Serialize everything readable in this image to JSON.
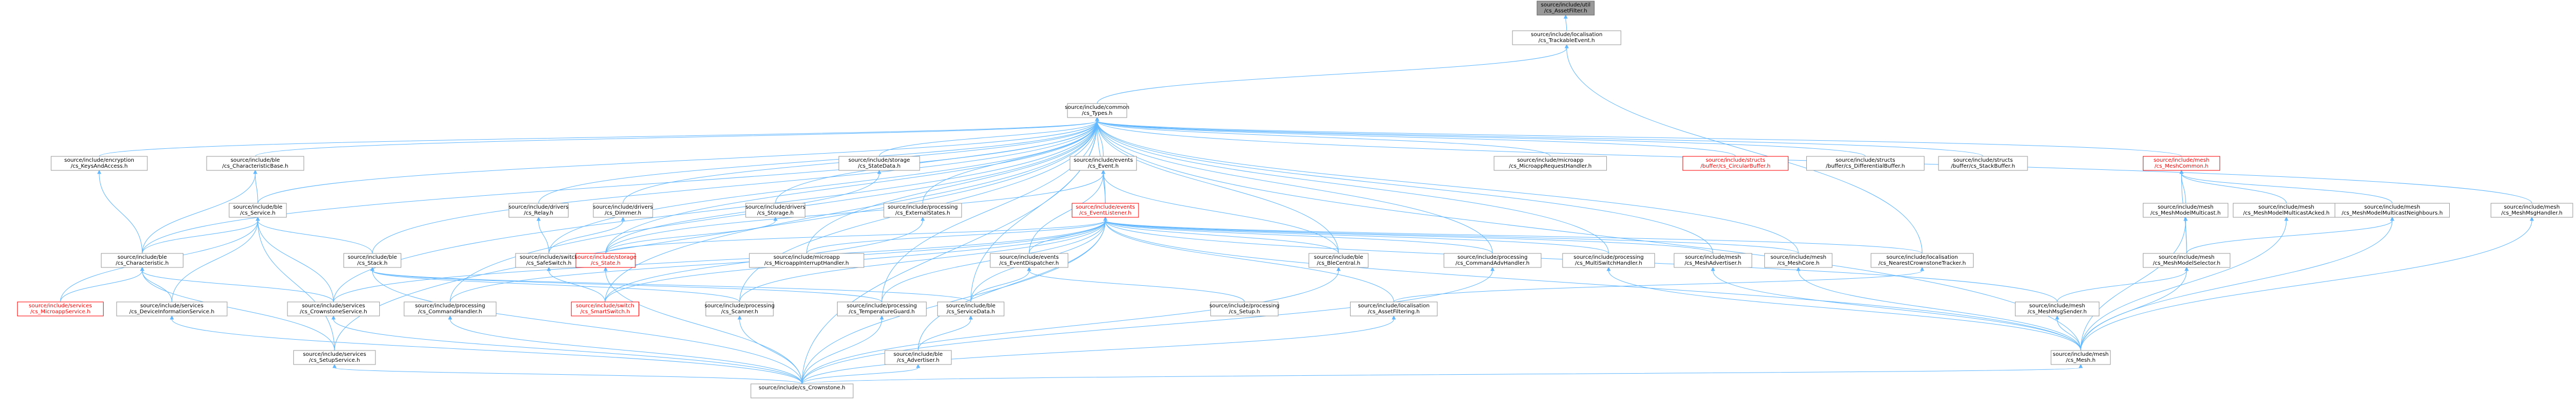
{
  "diagram": {
    "nodes": [
      {
        "id": "assetfilter",
        "lines": [
          "source/include/util",
          "/cs_AssetFilter.h"
        ],
        "style": "root"
      },
      {
        "id": "trackable",
        "lines": [
          "source/include/localisation",
          "/cs_TrackableEvent.h"
        ],
        "style": "normal"
      },
      {
        "id": "types",
        "lines": [
          "source/include/common",
          "/cs_Types.h"
        ],
        "style": "normal"
      },
      {
        "id": "keys",
        "lines": [
          "source/include/encryption",
          "/cs_KeysAndAccess.h"
        ],
        "style": "normal"
      },
      {
        "id": "charbase",
        "lines": [
          "source/include/ble",
          "/cs_CharacteristicBase.h"
        ],
        "style": "normal"
      },
      {
        "id": "statedata",
        "lines": [
          "source/include/storage",
          "/cs_StateData.h"
        ],
        "style": "normal"
      },
      {
        "id": "event",
        "lines": [
          "source/include/events",
          "/cs_Event.h"
        ],
        "style": "normal"
      },
      {
        "id": "microreq",
        "lines": [
          "source/include/microapp",
          "/cs_MicroappRequestHandler.h"
        ],
        "style": "normal"
      },
      {
        "id": "circbuf",
        "lines": [
          "source/include/structs",
          "/buffer/cs_CircularBuffer.h"
        ],
        "style": "red"
      },
      {
        "id": "diffbuf",
        "lines": [
          "source/include/structs",
          "/buffer/cs_DifferentialBuffer.h"
        ],
        "style": "normal"
      },
      {
        "id": "stackbuf",
        "lines": [
          "source/include/structs",
          "/buffer/cs_StackBuffer.h"
        ],
        "style": "normal"
      },
      {
        "id": "meshcommon",
        "lines": [
          "source/include/mesh",
          "/cs_MeshCommon.h"
        ],
        "style": "red"
      },
      {
        "id": "service",
        "lines": [
          "source/include/ble",
          "/cs_Service.h"
        ],
        "style": "normal"
      },
      {
        "id": "relay",
        "lines": [
          "source/include/drivers",
          "/cs_Relay.h"
        ],
        "style": "normal"
      },
      {
        "id": "dimmer",
        "lines": [
          "source/include/drivers",
          "/cs_Dimmer.h"
        ],
        "style": "normal"
      },
      {
        "id": "storageh",
        "lines": [
          "source/include/drivers",
          "/cs_Storage.h"
        ],
        "style": "normal"
      },
      {
        "id": "extstates",
        "lines": [
          "source/include/processing",
          "/cs_ExternalStates.h"
        ],
        "style": "normal"
      },
      {
        "id": "evlistener",
        "lines": [
          "source/include/events",
          "/cs_EventListener.h"
        ],
        "style": "red"
      },
      {
        "id": "multicast",
        "lines": [
          "source/include/mesh",
          "/cs_MeshModelMulticast.h"
        ],
        "style": "normal"
      },
      {
        "id": "multiacked",
        "lines": [
          "source/include/mesh",
          "/cs_MeshModelMulticastAcked.h"
        ],
        "style": "normal"
      },
      {
        "id": "multineigh",
        "lines": [
          "source/include/mesh",
          "/cs_MeshModelMulticastNeighbours.h"
        ],
        "style": "normal"
      },
      {
        "id": "msghandler",
        "lines": [
          "source/include/mesh",
          "/cs_MeshMsgHandler.h"
        ],
        "style": "normal"
      },
      {
        "id": "characteristic",
        "lines": [
          "source/include/ble",
          "/cs_Characteristic.h"
        ],
        "style": "normal"
      },
      {
        "id": "stack",
        "lines": [
          "source/include/ble",
          "/cs_Stack.h"
        ],
        "style": "normal"
      },
      {
        "id": "safeswitch",
        "lines": [
          "source/include/switch",
          "/cs_SafeSwitch.h"
        ],
        "style": "normal"
      },
      {
        "id": "state",
        "lines": [
          "source/include/storage",
          "/cs_State.h"
        ],
        "style": "red"
      },
      {
        "id": "microint",
        "lines": [
          "source/include/microapp",
          "/cs_MicroappInterruptHandler.h"
        ],
        "style": "normal"
      },
      {
        "id": "dispatcher",
        "lines": [
          "source/include/events",
          "/cs_EventDispatcher.h"
        ],
        "style": "normal"
      },
      {
        "id": "blecentral",
        "lines": [
          "source/include/ble",
          "/cs_BleCentral.h"
        ],
        "style": "normal"
      },
      {
        "id": "cmdadmin",
        "lines": [
          "source/include/processing",
          "/cs_CommandAdvHandler.h"
        ],
        "style": "normal"
      },
      {
        "id": "multiswitch",
        "lines": [
          "source/include/processing",
          "/cs_MultiSwitchHandler.h"
        ],
        "style": "normal"
      },
      {
        "id": "advertiser",
        "lines": [
          "source/include/mesh",
          "/cs_MeshAdvertiser.h"
        ],
        "style": "normal"
      },
      {
        "id": "meshcore",
        "lines": [
          "source/include/mesh",
          "/cs_MeshCore.h"
        ],
        "style": "normal"
      },
      {
        "id": "nearest",
        "lines": [
          "source/include/localisation",
          "/cs_NearestCrownstoneTracker.h"
        ],
        "style": "normal"
      },
      {
        "id": "modelselector",
        "lines": [
          "source/include/mesh",
          "/cs_MeshModelSelector.h"
        ],
        "style": "normal"
      },
      {
        "id": "microappsvc",
        "lines": [
          "source/include/services",
          "/cs_MicroappService.h"
        ],
        "style": "red"
      },
      {
        "id": "devinfo",
        "lines": [
          "source/include/services",
          "/cs_DeviceInformationService.h"
        ],
        "style": "normal"
      },
      {
        "id": "csservice",
        "lines": [
          "source/include/services",
          "/cs_CrownstoneService.h"
        ],
        "style": "normal"
      },
      {
        "id": "cmdhandler",
        "lines": [
          "source/include/processing",
          "/cs_CommandHandler.h"
        ],
        "style": "normal"
      },
      {
        "id": "smartswitch",
        "lines": [
          "source/include/switch",
          "/cs_SmartSwitch.h"
        ],
        "style": "red"
      },
      {
        "id": "scanner",
        "lines": [
          "source/include/processing",
          "/cs_Scanner.h"
        ],
        "style": "normal"
      },
      {
        "id": "tempguard",
        "lines": [
          "source/include/processing",
          "/cs_TemperatureGuard.h"
        ],
        "style": "normal"
      },
      {
        "id": "servicedata",
        "lines": [
          "source/include/ble",
          "/cs_ServiceData.h"
        ],
        "style": "normal"
      },
      {
        "id": "setup",
        "lines": [
          "source/include/processing",
          "/cs_Setup.h"
        ],
        "style": "normal"
      },
      {
        "id": "assetfiltering",
        "lines": [
          "source/include/localisation",
          "/cs_AssetFiltering.h"
        ],
        "style": "normal"
      },
      {
        "id": "msgsender",
        "lines": [
          "source/include/mesh",
          "/cs_MeshMsgSender.h"
        ],
        "style": "normal"
      },
      {
        "id": "setupsvc",
        "lines": [
          "source/include/services",
          "/cs_SetupService.h"
        ],
        "style": "normal"
      },
      {
        "id": "bleadv",
        "lines": [
          "source/include/ble",
          "/cs_Advertiser.h"
        ],
        "style": "normal"
      },
      {
        "id": "mesh",
        "lines": [
          "source/include/mesh",
          "/cs_Mesh.h"
        ],
        "style": "normal"
      },
      {
        "id": "crownstone",
        "lines": [
          "source/include/cs_Crownstone.h"
        ],
        "style": "normal"
      }
    ],
    "edges": [
      [
        "assetfilter",
        "trackable"
      ],
      [
        "trackable",
        "types"
      ],
      [
        "trackable",
        "nearest"
      ],
      [
        "types",
        "keys"
      ],
      [
        "types",
        "charbase"
      ],
      [
        "types",
        "statedata"
      ],
      [
        "types",
        "event"
      ],
      [
        "types",
        "microreq"
      ],
      [
        "types",
        "circbuf"
      ],
      [
        "types",
        "diffbuf"
      ],
      [
        "types",
        "stackbuf"
      ],
      [
        "types",
        "meshcommon"
      ],
      [
        "types",
        "service"
      ],
      [
        "types",
        "relay"
      ],
      [
        "types",
        "dimmer"
      ],
      [
        "types",
        "storageh"
      ],
      [
        "types",
        "extstates"
      ],
      [
        "types",
        "evlistener"
      ],
      [
        "types",
        "msghandler"
      ],
      [
        "types",
        "characteristic"
      ],
      [
        "types",
        "stack"
      ],
      [
        "types",
        "safeswitch"
      ],
      [
        "types",
        "state"
      ],
      [
        "types",
        "microint"
      ],
      [
        "types",
        "blecentral"
      ],
      [
        "types",
        "cmdadmin"
      ],
      [
        "types",
        "multiswitch"
      ],
      [
        "types",
        "advertiser"
      ],
      [
        "types",
        "meshcore"
      ],
      [
        "types",
        "csservice"
      ],
      [
        "types",
        "cmdhandler"
      ],
      [
        "types",
        "smartswitch"
      ],
      [
        "types",
        "scanner"
      ],
      [
        "types",
        "servicedata"
      ],
      [
        "types",
        "mesh"
      ],
      [
        "types",
        "crownstone"
      ],
      [
        "types",
        "tempguard"
      ],
      [
        "types",
        "setupsvc"
      ],
      [
        "keys",
        "characteristic"
      ],
      [
        "charbase",
        "characteristic"
      ],
      [
        "charbase",
        "service"
      ],
      [
        "statedata",
        "state"
      ],
      [
        "event",
        "evlistener"
      ],
      [
        "event",
        "dispatcher"
      ],
      [
        "event",
        "state"
      ],
      [
        "event",
        "blecentral"
      ],
      [
        "meshcommon",
        "multicast"
      ],
      [
        "meshcommon",
        "multiacked"
      ],
      [
        "meshcommon",
        "multineigh"
      ],
      [
        "meshcommon",
        "modelselector"
      ],
      [
        "service",
        "characteristic"
      ],
      [
        "service",
        "stack"
      ],
      [
        "service",
        "microappsvc"
      ],
      [
        "service",
        "devinfo"
      ],
      [
        "service",
        "csservice"
      ],
      [
        "service",
        "setupsvc"
      ],
      [
        "relay",
        "safeswitch"
      ],
      [
        "dimmer",
        "safeswitch"
      ],
      [
        "storageh",
        "state"
      ],
      [
        "extstates",
        "smartswitch"
      ],
      [
        "evlistener",
        "state"
      ],
      [
        "evlistener",
        "microint"
      ],
      [
        "evlistener",
        "dispatcher"
      ],
      [
        "evlistener",
        "blecentral"
      ],
      [
        "evlistener",
        "cmdadmin"
      ],
      [
        "evlistener",
        "multiswitch"
      ],
      [
        "evlistener",
        "advertiser"
      ],
      [
        "evlistener",
        "meshcore"
      ],
      [
        "evlistener",
        "nearest"
      ],
      [
        "evlistener",
        "smartswitch"
      ],
      [
        "evlistener",
        "scanner"
      ],
      [
        "evlistener",
        "tempguard"
      ],
      [
        "evlistener",
        "servicedata"
      ],
      [
        "evlistener",
        "assetfiltering"
      ],
      [
        "evlistener",
        "msgsender"
      ],
      [
        "evlistener",
        "bleadv"
      ],
      [
        "evlistener",
        "mesh"
      ],
      [
        "evlistener",
        "crownstone"
      ],
      [
        "evlistener",
        "csservice"
      ],
      [
        "evlistener",
        "cmdhandler"
      ],
      [
        "multicast",
        "modelselector"
      ],
      [
        "multicast",
        "mesh"
      ],
      [
        "multiacked",
        "mesh"
      ],
      [
        "multineigh",
        "modelselector"
      ],
      [
        "multineigh",
        "mesh"
      ],
      [
        "msghandler",
        "mesh"
      ],
      [
        "characteristic",
        "microappsvc"
      ],
      [
        "characteristic",
        "devinfo"
      ],
      [
        "characteristic",
        "csservice"
      ],
      [
        "characteristic",
        "setupsvc"
      ],
      [
        "stack",
        "scanner"
      ],
      [
        "stack",
        "servicedata"
      ],
      [
        "stack",
        "crownstone"
      ],
      [
        "stack",
        "tempguard"
      ],
      [
        "safeswitch",
        "smartswitch"
      ],
      [
        "state",
        "crownstone"
      ],
      [
        "dispatcher",
        "setup"
      ],
      [
        "dispatcher",
        "servicedata"
      ],
      [
        "blecentral",
        "crownstone"
      ],
      [
        "cmdadmin",
        "crownstone"
      ],
      [
        "multiswitch",
        "mesh"
      ],
      [
        "advertiser",
        "mesh"
      ],
      [
        "meshcore",
        "mesh"
      ],
      [
        "nearest",
        "assetfiltering"
      ],
      [
        "modelselector",
        "mesh"
      ],
      [
        "modelselector",
        "msgsender"
      ],
      [
        "devinfo",
        "crownstone"
      ],
      [
        "csservice",
        "crownstone"
      ],
      [
        "cmdhandler",
        "crownstone"
      ],
      [
        "scanner",
        "crownstone"
      ],
      [
        "tempguard",
        "crownstone"
      ],
      [
        "servicedata",
        "bleadv"
      ],
      [
        "assetfiltering",
        "crownstone"
      ],
      [
        "msgsender",
        "mesh"
      ],
      [
        "setupsvc",
        "crownstone"
      ],
      [
        "bleadv",
        "crownstone"
      ],
      [
        "mesh",
        "crownstone"
      ]
    ]
  }
}
